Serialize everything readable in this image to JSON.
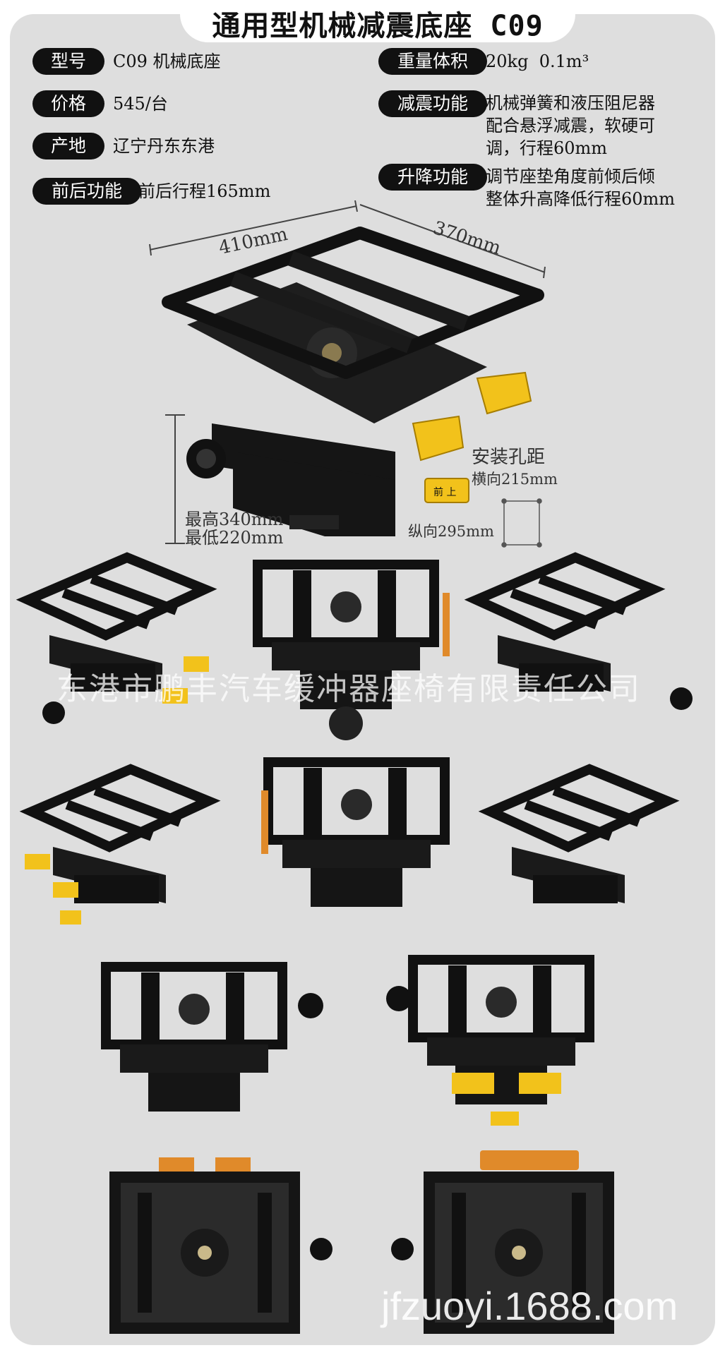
{
  "title": "通用型机械减震底座 C09",
  "specs_left": [
    {
      "label": "型号",
      "value": "C09 机械底座"
    },
    {
      "label": "价格",
      "value": "545/台"
    },
    {
      "label": "产地",
      "value": "辽宁丹东东港"
    },
    {
      "label": "前后功能",
      "value": "前后行程165mm"
    }
  ],
  "specs_right": [
    {
      "label": "重量体积",
      "lines": [
        "20kg  0.1m³"
      ]
    },
    {
      "label": "减震功能",
      "lines": [
        "机械弹簧和液压阻尼器",
        "配合悬浮减震，软硬可",
        "调，行程60mm"
      ]
    },
    {
      "label": "升降功能",
      "lines": [
        "调节座垫角度前倾后倾",
        "整体升高降低行程60mm"
      ]
    }
  ],
  "dimensions": {
    "width": "410mm",
    "depth": "370mm",
    "max_height": "最高340mm",
    "min_height": "最低220mm",
    "hole_title": "安装孔距",
    "hole_horizontal": "横向215mm",
    "hole_vertical": "纵向295mm",
    "pedal_label": "前 上"
  },
  "watermark": "东港市鹏丰汽车缓冲器座椅有限责任公司",
  "footer_mark": "jfzuoyi.1688.com",
  "colors": {
    "panel": "#dedede",
    "pill": "#111111",
    "frame": "#1a1a1a",
    "pedal": "#f2c21b",
    "handle": "#d9894a"
  }
}
